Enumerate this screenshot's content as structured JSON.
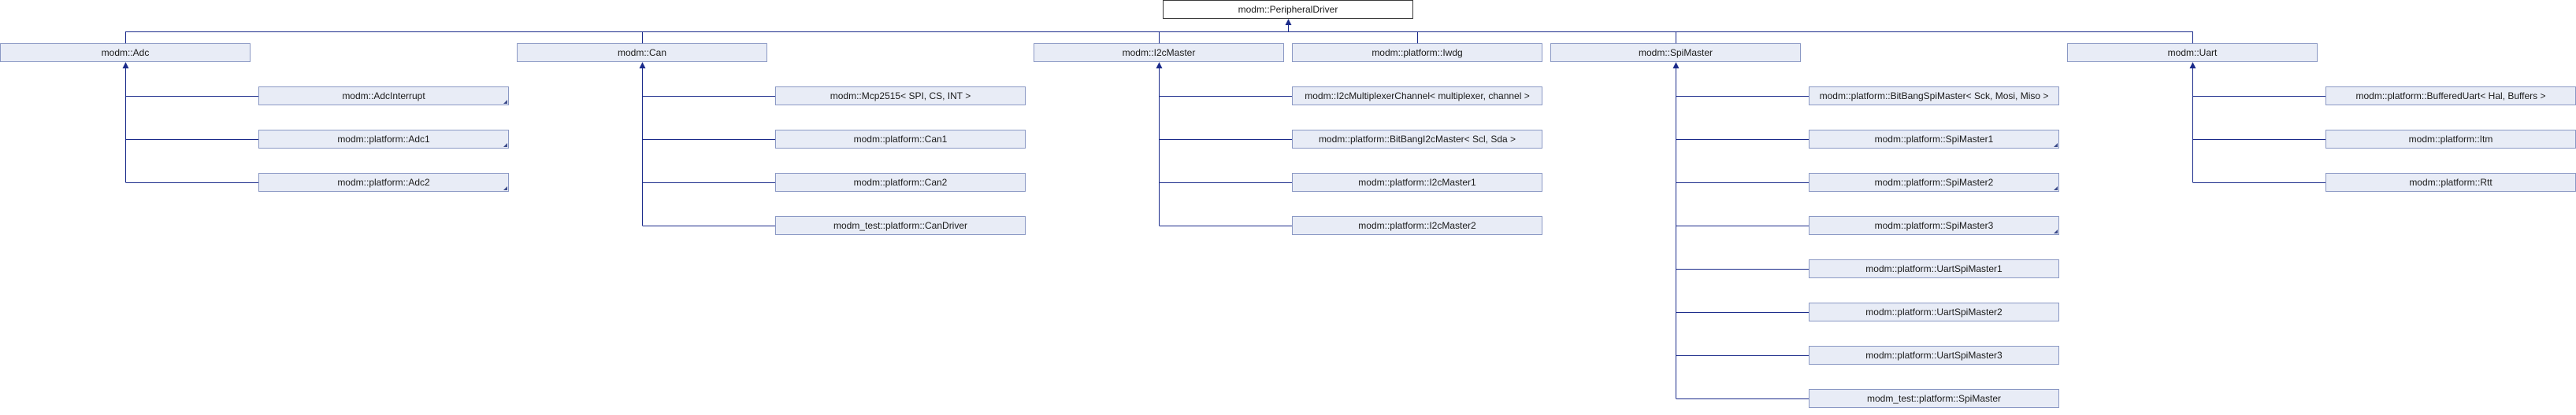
{
  "root": {
    "label": "modm::PeripheralDriver"
  },
  "groups": [
    {
      "label": "modm::Adc",
      "children": [
        {
          "label": "modm::AdcInterrupt",
          "has_children": true
        },
        {
          "label": "modm::platform::Adc1",
          "has_children": true
        },
        {
          "label": "modm::platform::Adc2",
          "has_children": true
        }
      ]
    },
    {
      "label": "modm::Can",
      "children": [
        {
          "label": "modm::Mcp2515< SPI, CS, INT >",
          "has_children": false
        },
        {
          "label": "modm::platform::Can1",
          "has_children": false
        },
        {
          "label": "modm::platform::Can2",
          "has_children": false
        },
        {
          "label": "modm_test::platform::CanDriver",
          "has_children": false
        }
      ]
    },
    {
      "label": "modm::I2cMaster",
      "children": [
        {
          "label": "modm::I2cMultiplexerChannel< multiplexer, channel >",
          "has_children": false
        },
        {
          "label": "modm::platform::BitBangI2cMaster< Scl, Sda >",
          "has_children": false
        },
        {
          "label": "modm::platform::I2cMaster1",
          "has_children": false
        },
        {
          "label": "modm::platform::I2cMaster2",
          "has_children": false
        }
      ]
    },
    {
      "label": "modm::platform::Iwdg",
      "children": []
    },
    {
      "label": "modm::SpiMaster",
      "children": [
        {
          "label": "modm::platform::BitBangSpiMaster< Sck, Mosi, Miso >",
          "has_children": false
        },
        {
          "label": "modm::platform::SpiMaster1",
          "has_children": true
        },
        {
          "label": "modm::platform::SpiMaster2",
          "has_children": true
        },
        {
          "label": "modm::platform::SpiMaster3",
          "has_children": true
        },
        {
          "label": "modm::platform::UartSpiMaster1",
          "has_children": false
        },
        {
          "label": "modm::platform::UartSpiMaster2",
          "has_children": false
        },
        {
          "label": "modm::platform::UartSpiMaster3",
          "has_children": false
        },
        {
          "label": "modm_test::platform::SpiMaster",
          "has_children": false
        }
      ]
    },
    {
      "label": "modm::Uart",
      "children": [
        {
          "label": "modm::platform::BufferedUart< Hal, Buffers >",
          "has_children": false
        },
        {
          "label": "modm::platform::Itm",
          "has_children": false
        },
        {
          "label": "modm::platform::Rtt",
          "has_children": false
        }
      ]
    }
  ],
  "colors": {
    "edge": "#1a2a8a",
    "node_fill": "#e8ecf6",
    "node_border": "#8a98c4"
  }
}
